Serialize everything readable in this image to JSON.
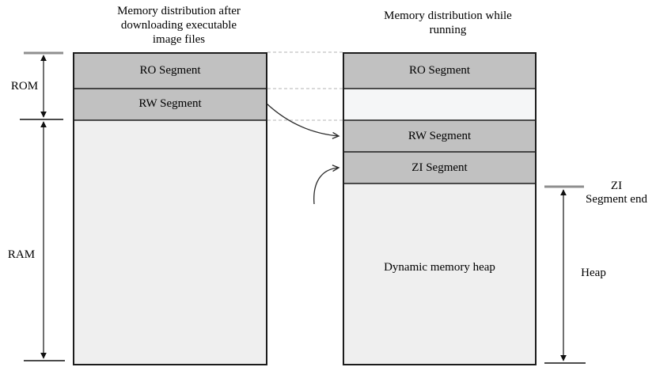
{
  "titles": {
    "left": [
      "Memory distribution after",
      "downloading executable",
      "image files"
    ],
    "right": [
      "Memory distribution while",
      "running"
    ]
  },
  "left_column": {
    "segments": {
      "ro": "RO Segment",
      "rw": "RW Segment"
    }
  },
  "right_column": {
    "segments": {
      "ro": "RO Segment",
      "rw": "RW Segment",
      "zi": "ZI Segment",
      "heap": "Dynamic memory heap"
    }
  },
  "side_labels": {
    "rom": "ROM",
    "ram": "RAM",
    "heap": "Heap",
    "zi_end": [
      "ZI",
      "Segment end"
    ]
  },
  "colors": {
    "segment_fill": "#c1c1c1",
    "light_fill": "#efefef",
    "reserved_gap_fill": "#f5f6f7",
    "border": "#1c1c1c",
    "dashed_connector": "#c2c2c2",
    "gray_tick": "#8f8f8f",
    "arrow": "#222222",
    "background": "#ffffff"
  }
}
